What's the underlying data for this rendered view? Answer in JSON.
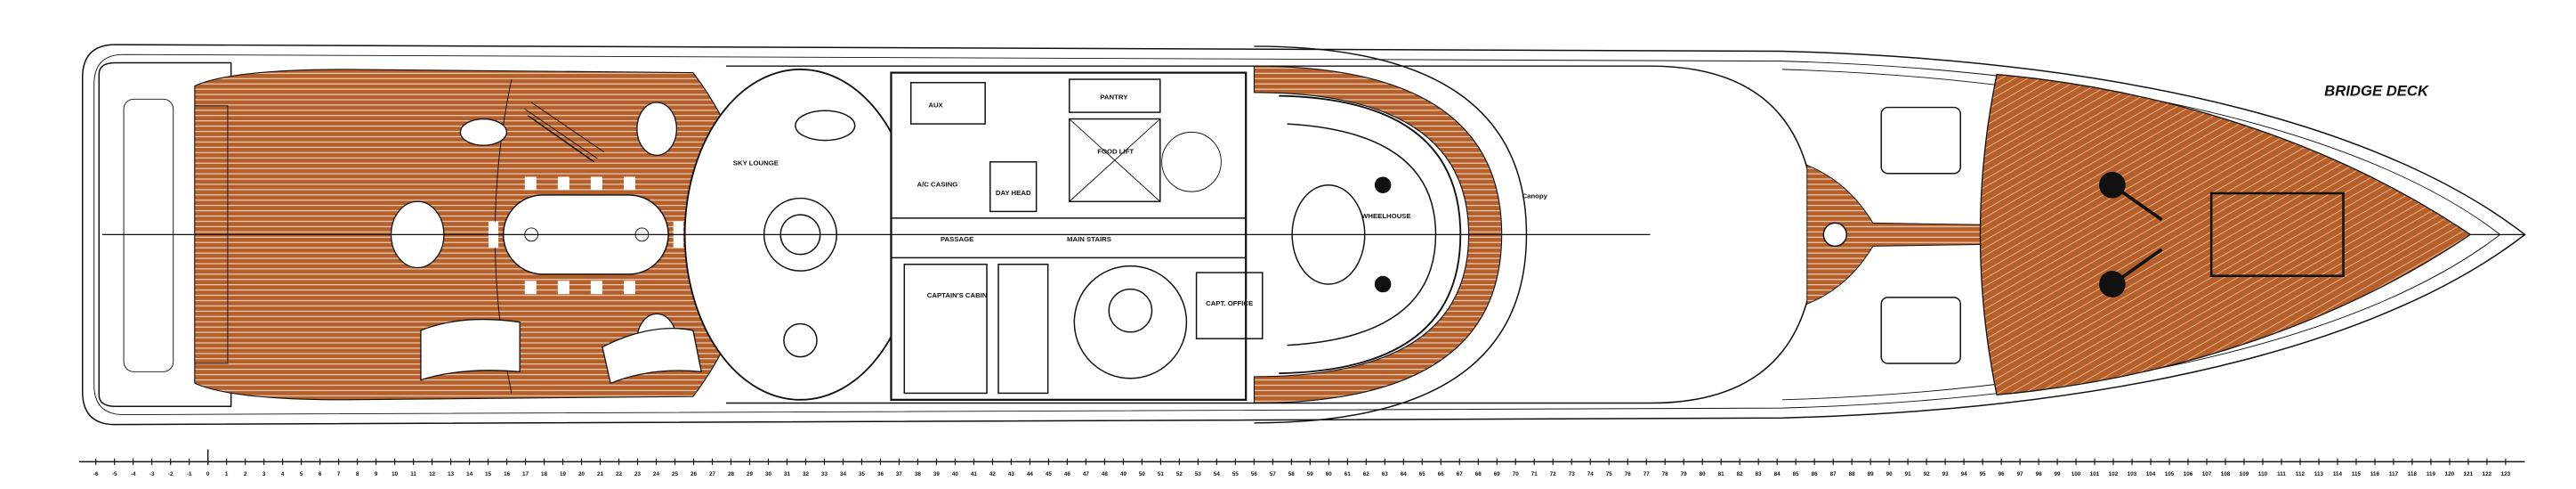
{
  "title": "BRIDGE DECK",
  "colors": {
    "teak": "#B5602A",
    "teak_line": "#F3E2D3",
    "line": "#111111"
  },
  "labels": {
    "sky_lounge": "SKY LOUNGE",
    "aux": "AUX",
    "ac_casing": "A/C CASING",
    "pantry": "PANTRY",
    "food_lift": "FOOD LIFT",
    "day_head": "DAY HEAD",
    "passage": "PASSAGE",
    "main_stairs": "MAIN STAIRS",
    "captains_cabin": "CAPTAIN'S CABIN",
    "capt_office": "CAPT. OFFICE",
    "wheelhouse": "WHEELHOUSE",
    "canopy": "Canopy"
  },
  "scale_ruler": {
    "start": -6,
    "end": 123,
    "origin_label": "0"
  }
}
